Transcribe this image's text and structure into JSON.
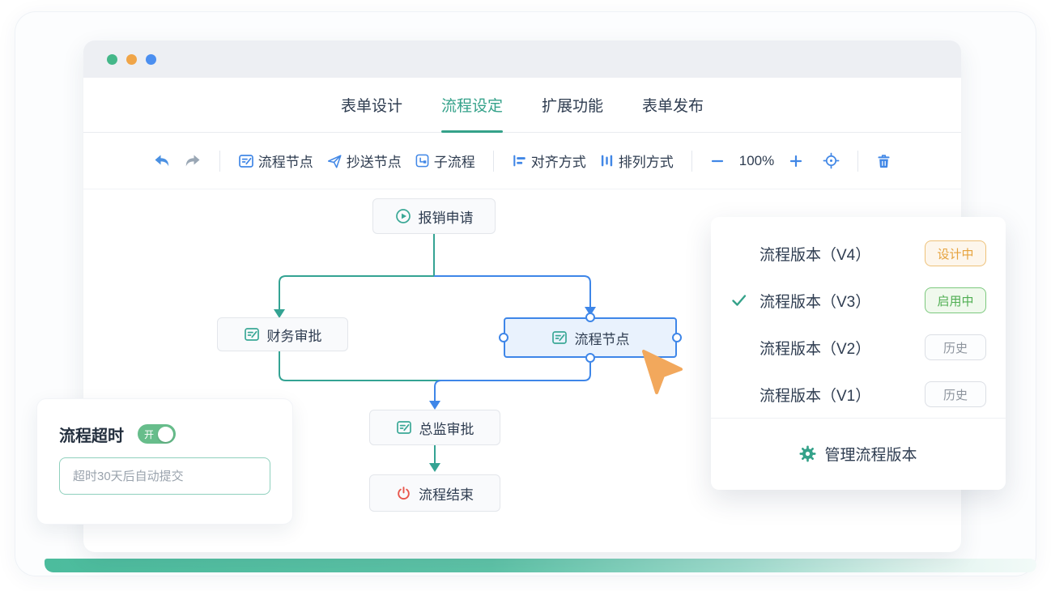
{
  "colors": {
    "accent_teal": "#35a28a",
    "accent_blue": "#3e86e8",
    "badge_orange": "#e6a23c",
    "badge_green": "#4fae52",
    "badge_gray": "#8e959e",
    "toggle_green": "#67bd8b",
    "end_red": "#e8564c",
    "cursor_orange": "#f2a85c",
    "traffic_lights": [
      "#44b789",
      "#f0a548",
      "#4b8ff0"
    ]
  },
  "tabs": {
    "items": [
      {
        "label": "表单设计",
        "active": false
      },
      {
        "label": "流程设定",
        "active": true
      },
      {
        "label": "扩展功能",
        "active": false
      },
      {
        "label": "表单发布",
        "active": false
      }
    ]
  },
  "toolbar": {
    "node_button": "流程节点",
    "cc_button": "抄送节点",
    "subflow_button": "子流程",
    "align_button": "对齐方式",
    "arrange_button": "排列方式",
    "zoom_level": "100%",
    "icons": [
      "undo-icon",
      "redo-icon",
      "form-node-icon",
      "paper-plane-icon",
      "subflow-icon",
      "align-icon",
      "arrange-icon",
      "zoom-out-icon",
      "zoom-in-icon",
      "locate-icon",
      "trash-icon"
    ]
  },
  "flow": {
    "start": {
      "label": "报销申请",
      "icon": "play-circle-icon"
    },
    "finance": {
      "label": "财务审批",
      "icon": "form-node-icon"
    },
    "selected": {
      "label": "流程节点",
      "icon": "form-node-icon"
    },
    "director": {
      "label": "总监审批",
      "icon": "form-node-icon"
    },
    "end": {
      "label": "流程结束",
      "icon": "power-icon"
    }
  },
  "version_panel": {
    "items": [
      {
        "label": "流程版本（V4）",
        "badge": "设计中",
        "status": "design",
        "checked": false
      },
      {
        "label": "流程版本（V3）",
        "badge": "启用中",
        "status": "active",
        "checked": true
      },
      {
        "label": "流程版本（V2）",
        "badge": "历史",
        "status": "history",
        "checked": false
      },
      {
        "label": "流程版本（V1）",
        "badge": "历史",
        "status": "history",
        "checked": false
      }
    ],
    "manage_label": "管理流程版本",
    "manage_icon": "gear-icon"
  },
  "timeout_panel": {
    "title": "流程超时",
    "toggle_label": "开",
    "toggle_state": "on",
    "input_placeholder": "超时30天后自动提交"
  }
}
